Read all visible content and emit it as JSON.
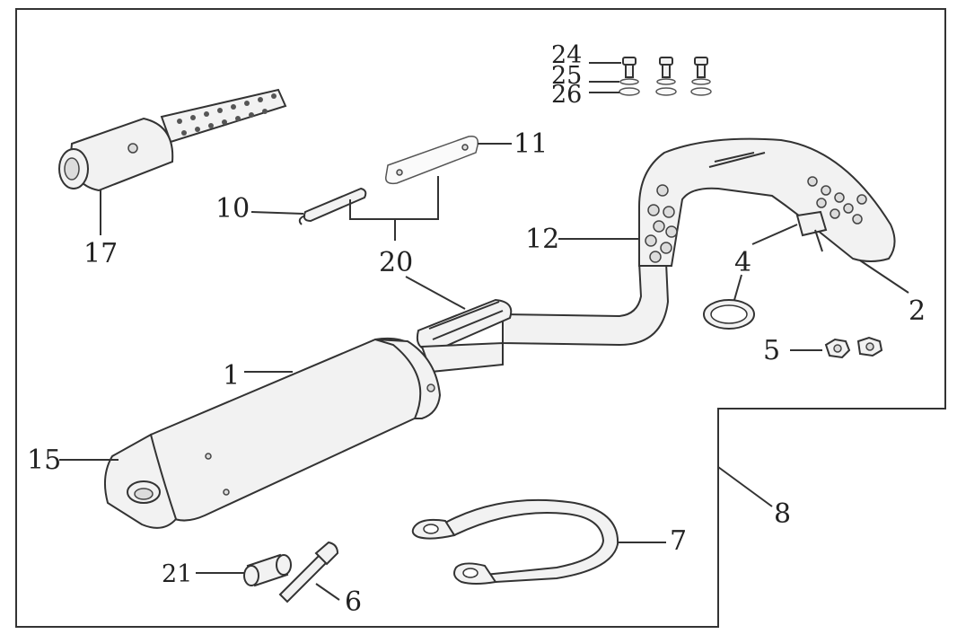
{
  "labels": {
    "l1": "1",
    "l2": "2",
    "l4": "4",
    "l5": "5",
    "l6": "6",
    "l7": "7",
    "l8": "8",
    "l10": "10",
    "l11": "11",
    "l12": "12",
    "l15": "15",
    "l17": "17",
    "l20": "20",
    "l21": "21",
    "l24": "24",
    "l25": "25",
    "l26": "26"
  }
}
